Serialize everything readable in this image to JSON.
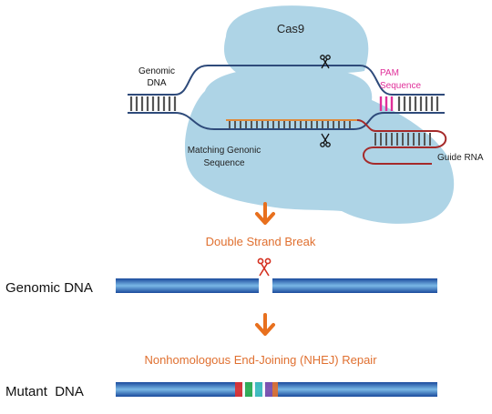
{
  "diagram": {
    "cas9_label": "Cas9",
    "genomic_dna_top_label_line1": "Genomic",
    "genomic_dna_top_label_line2": "DNA",
    "pam_label_line1": "PAM",
    "pam_label_line2": "Sequence",
    "matching_label_line1": "Matching Genonic",
    "matching_label_line2": "Sequence",
    "guide_rna_label": "Guide RNA",
    "step1_label": "Double Strand Break",
    "genomic_dna_label": "Genomic DNA",
    "step2_label": "Nonhomologous End-Joining (NHEJ) Repair",
    "mutant_dna_label": "Mutant  DNA"
  },
  "colors": {
    "cas9_blob": "#aed4e6",
    "strand": "#2e4a7a",
    "ticks": "#555555",
    "guide_orange": "#e08a3a",
    "guide_rna": "#a52a2a",
    "pam": "#e0309a",
    "arrow_orange": "#e8701e",
    "accent_text_orange": "#e07030",
    "dna_bar_mid": "#66aadd",
    "dna_bar_edge": "#1a4a9c",
    "scissors_red": "#d43020",
    "mutation_bands": [
      "#e03030",
      "#ffffff",
      "#30b050",
      "#ffffff",
      "#40c0c0",
      "#ffffff",
      "#8050b0",
      "#e07030"
    ]
  }
}
